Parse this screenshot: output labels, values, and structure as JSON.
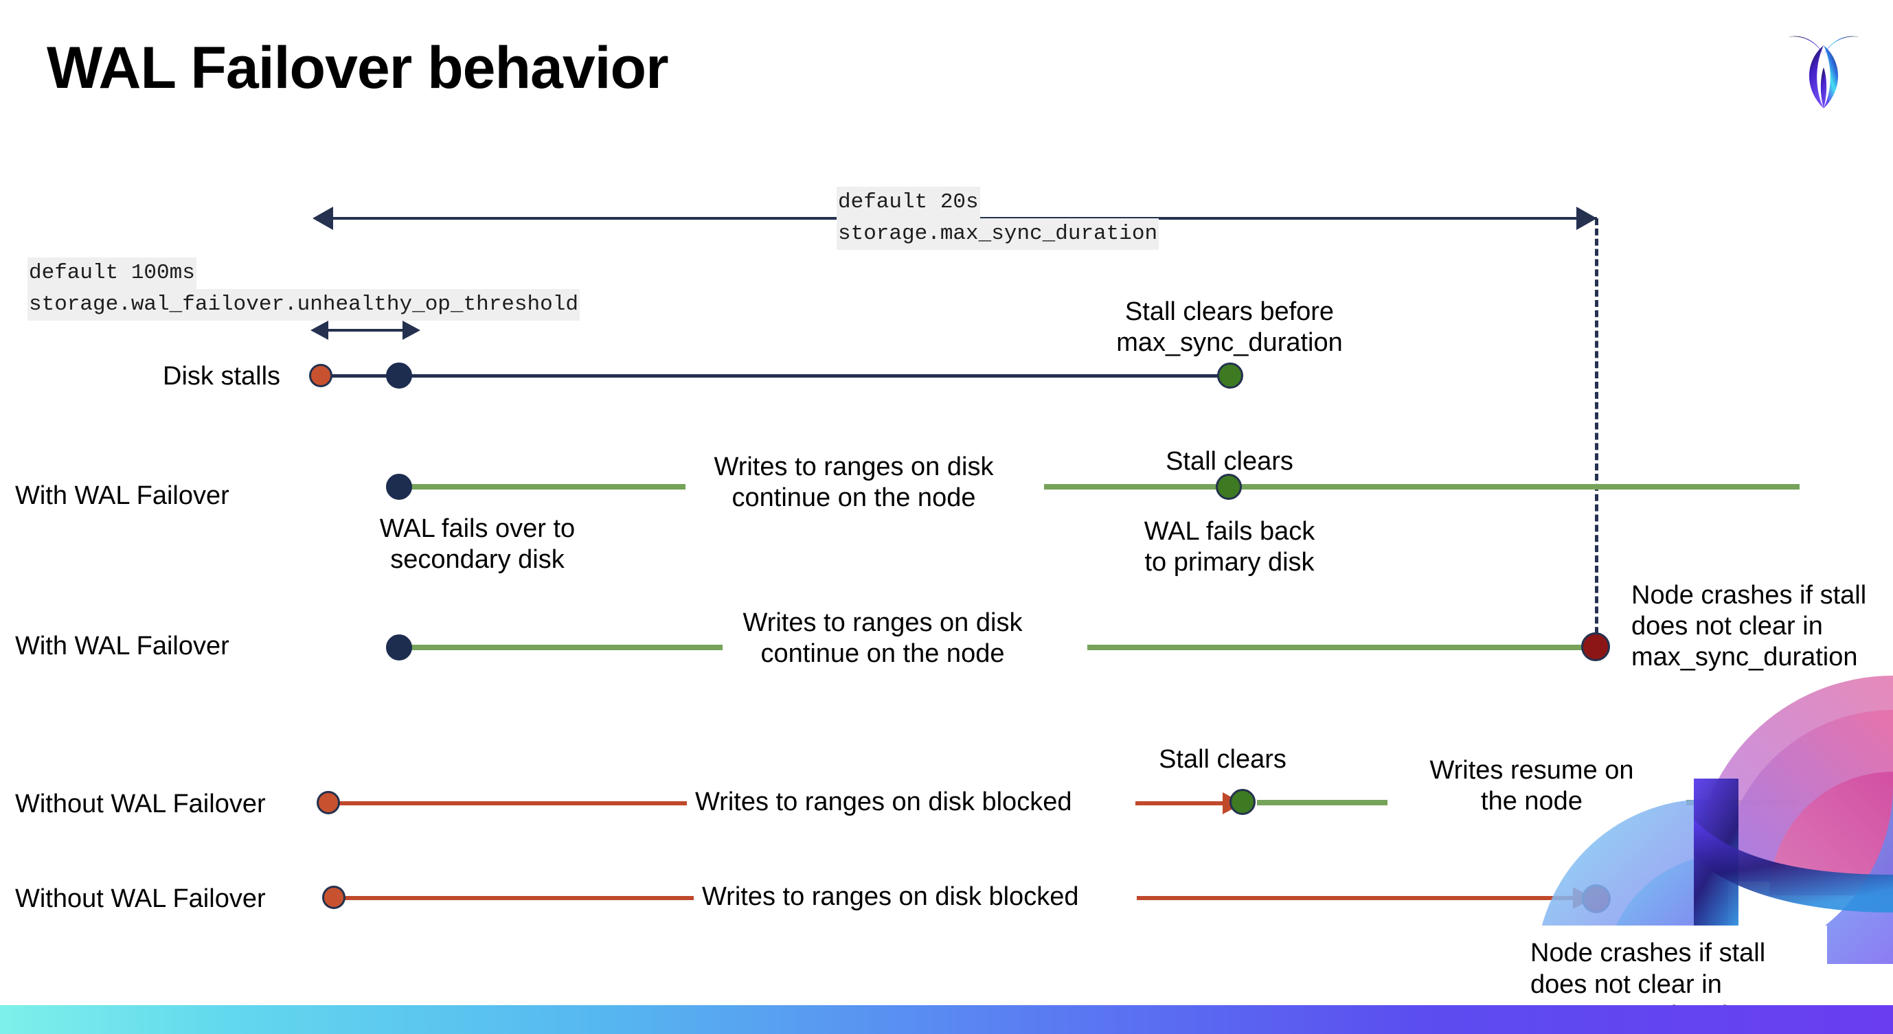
{
  "slide": {
    "title": "WAL Failover behavior",
    "logo_name": "cockroachdb-logo"
  },
  "annotations": {
    "max_sync": {
      "default": "default 20s",
      "setting": "storage.max_sync_duration"
    },
    "unhealthy_op": {
      "default": "default 100ms",
      "setting": "storage.wal_failover.unhealthy_op_threshold"
    }
  },
  "rows": [
    {
      "label": "Disk stalls",
      "note_right": "Stall clears before\nmax_sync_duration"
    },
    {
      "label": "With WAL Failover",
      "note_below_start": "WAL fails over to\nsecondary disk",
      "note_mid": "Writes to ranges on disk\ncontinue on the node",
      "note_clear": "Stall clears",
      "note_failback": "WAL fails  back\nto primary disk"
    },
    {
      "label": "With WAL Failover",
      "note_mid": "Writes to ranges on disk\ncontinue on the node",
      "note_crash": "Node crashes if stall\ndoes not clear in\nmax_sync_duration"
    },
    {
      "label": "Without WAL Failover",
      "note_mid": "Writes to ranges on disk  blocked",
      "note_clear": "Stall clears",
      "note_resume": "Writes resume on\nthe node"
    },
    {
      "label": "Without WAL Failover",
      "note_mid": "Writes to ranges on disk  blocked",
      "note_crash": "Node crashes if stall\ndoes not clear in\nmax_sync_duration"
    }
  ],
  "colors": {
    "navy": "#25314f",
    "green": "#76a35a",
    "red": "#c0492b",
    "dot_orange": "#c8522f",
    "dot_green": "#3d7a22",
    "dot_darkred": "#8c1616",
    "dot_navy": "#1d2d50",
    "code_chip_bg": "#efefef"
  }
}
